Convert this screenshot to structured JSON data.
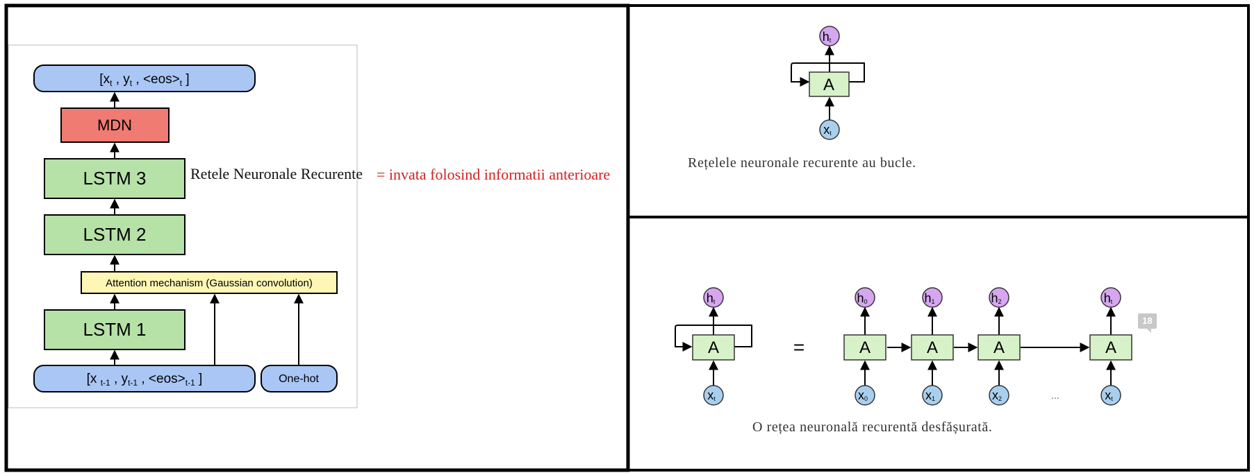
{
  "left_diagram": {
    "output_label": "[x",
    "output_parts": [
      "[x",
      "t",
      " , y",
      "t",
      " , <eos>",
      "t",
      " ]"
    ],
    "mdn": "MDN",
    "lstm3": "LSTM 3",
    "lstm2": "LSTM 2",
    "attention": "Attention mechanism (Gaussian convolution)",
    "lstm1": "LSTM 1",
    "input_parts": [
      "[x ",
      "t-1",
      " , y",
      "t-1",
      " , <eos>",
      "t-1",
      "  ]"
    ],
    "onehot": "One-hot"
  },
  "annotation": {
    "title": "Retele Neuronale Recurente",
    "definition": "= invata folosind informatii anterioare"
  },
  "loop_diagram": {
    "cell": "A",
    "h": "h",
    "h_sub": "t",
    "x": "x",
    "x_sub": "t",
    "caption": "Rețelele neuronale recurente au bucle."
  },
  "unrolled_diagram": {
    "equals": "=",
    "cell": "A",
    "h_subs": [
      "t",
      "0",
      "1",
      "2",
      "t"
    ],
    "x_subs": [
      "t",
      "0",
      "1",
      "2",
      "t"
    ],
    "ellipsis": "...",
    "caption": "O rețea neuronală recurentă desfășurată.",
    "badge": "18"
  }
}
